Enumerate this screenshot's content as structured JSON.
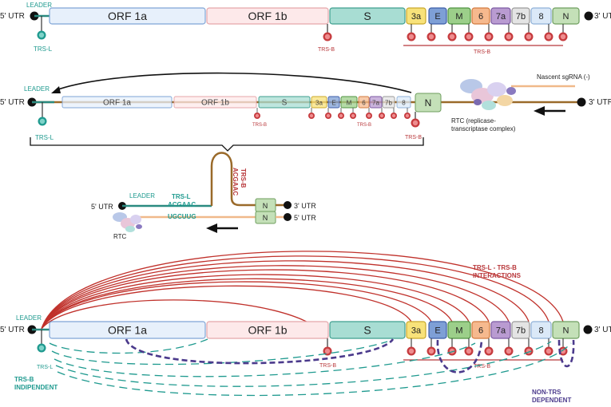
{
  "colors": {
    "leader_line": "#2a8a80",
    "trs_teal": "#1f9a8f",
    "trs_red": "#b8373a",
    "genome_line": "#9a6a2a",
    "red_arc": "#c0312b",
    "teal_dash": "#1f9a8f",
    "purple_dash": "#4b3a8c",
    "nascent": "#f0b98a"
  },
  "panel_top": {
    "utr5": "5' UTR",
    "utr3": "3' UTR",
    "leader": "LEADER",
    "trs_l": "TRS-L",
    "trs_b_label": "TRS-B",
    "trs_b_bracket": "TRS-B",
    "orfs": [
      {
        "label": "ORF 1a",
        "fill": "#e7f0fb",
        "stroke": "#7fa5d6"
      },
      {
        "label": "ORF 1b",
        "fill": "#fde9ea",
        "stroke": "#e5a6aa"
      },
      {
        "label": "S",
        "fill": "#a8ddd3",
        "stroke": "#3f9f8f"
      },
      {
        "label": "3a",
        "fill": "#f8e27a",
        "stroke": "#c9a82a"
      },
      {
        "label": "E",
        "fill": "#7e9fd6",
        "stroke": "#3c5da8"
      },
      {
        "label": "M",
        "fill": "#9ccf8a",
        "stroke": "#4f9340"
      },
      {
        "label": "6",
        "fill": "#f6b98e",
        "stroke": "#d27a3f"
      },
      {
        "label": "7a",
        "fill": "#b99bd1",
        "stroke": "#7c5aa2"
      },
      {
        "label": "7b",
        "fill": "#e4e4e4",
        "stroke": "#9a9a9a"
      },
      {
        "label": "8",
        "fill": "#dbe9f8",
        "stroke": "#8fb1d8"
      },
      {
        "label": "N",
        "fill": "#c4e0b8",
        "stroke": "#6e9e5e"
      }
    ]
  },
  "panel_mid": {
    "utr5": "5' UTR",
    "utr3": "3' UTR",
    "leader": "LEADER",
    "trs_l": "TRS-L",
    "trs_b_small_1": "TRS-B",
    "trs_b_small_2": "TRS-B",
    "trs_b_n": "TRS-B",
    "nascent": "Nascent sgRNA (-)",
    "rtc_line1": "RTC (replicase-",
    "rtc_line2": "transcriptase complex)",
    "orfs": [
      "ORF 1a",
      "ORF 1b",
      "S",
      "3a",
      "E",
      "M",
      "6",
      "7a",
      "7b",
      "8"
    ],
    "n_label": "N"
  },
  "panel_zoom": {
    "utr5_left": "5' UTR",
    "leader": "LEADER",
    "trs_l": "TRS-L",
    "trs_l_seq": "ACGAAC",
    "comp_seq": "UGCUUG",
    "trs_b": "TRS-B",
    "trs_b_seq": "ACGAAC",
    "n1": "N",
    "n2": "N",
    "utr3": "3' UTR",
    "utr5_right": "5' UTR",
    "rtc": "RTC"
  },
  "panel_bottom": {
    "utr5": "5' UTR",
    "utr3": "3' UTR",
    "leader": "LEADER",
    "trs_l": "TRS-L",
    "trs_b": "TRS-B",
    "trs_b_bracket": "TRS-B",
    "interactions_line1": "TRS-L  -  TRS-B",
    "interactions_line2": "INTERACTIONS",
    "indep_line1": "TRS-B",
    "indep_line2": "INDIPENDENT",
    "nontrs_line1": "NON-TRS",
    "nontrs_line2": "DEPENDENT",
    "orfs": [
      "ORF 1a",
      "ORF 1b",
      "S",
      "3a",
      "E",
      "M",
      "6",
      "7a",
      "7b",
      "8",
      "N"
    ]
  }
}
